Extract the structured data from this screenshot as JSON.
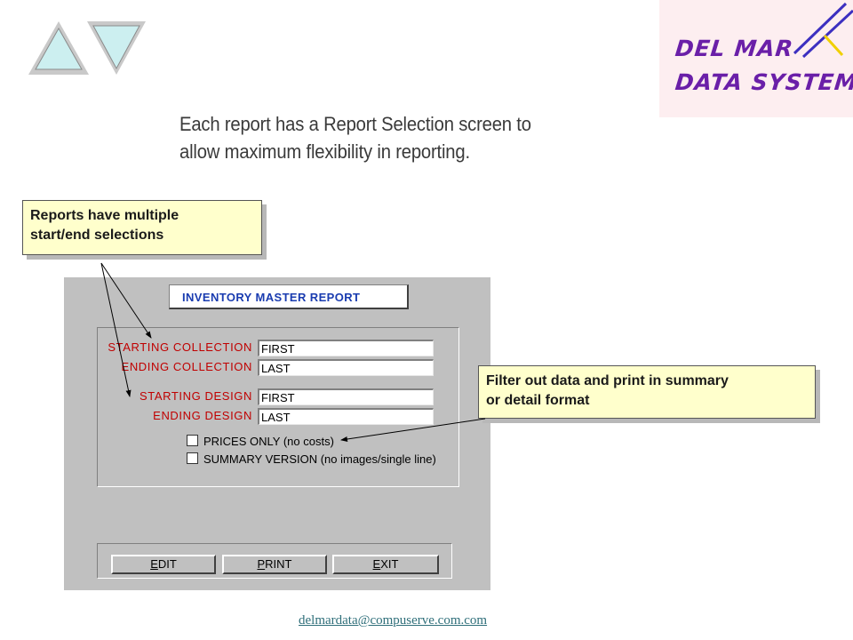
{
  "nav": {
    "prev_icon": "triangle-up-icon",
    "next_icon": "triangle-down-icon",
    "color": "#cceff0"
  },
  "logo": {
    "line1": "DEL MAR",
    "line2": "DATA SYSTEMS",
    "text_color": "#6a1fa8",
    "bg_color": "#fdeef0"
  },
  "intro": {
    "line1": "Each report has a Report Selection screen to",
    "line2": "allow maximum flexibility in reporting."
  },
  "callouts": {
    "selections": {
      "line1": "Reports have multiple",
      "line2": "start/end selections"
    },
    "filter": {
      "line1": "Filter out data and print in summary",
      "line2": "or detail format"
    }
  },
  "form": {
    "title": "INVENTORY MASTER REPORT",
    "fields": [
      {
        "label": "STARTING COLLECTION",
        "value": "FIRST"
      },
      {
        "label": "ENDING COLLECTION",
        "value": "LAST"
      },
      {
        "label": "STARTING DESIGN",
        "value": "FIRST"
      },
      {
        "label": "ENDING DESIGN",
        "value": "LAST"
      }
    ],
    "options": [
      {
        "label": "PRICES ONLY (no costs)",
        "checked": false
      },
      {
        "label": "SUMMARY VERSION (no images/single line)",
        "checked": false
      }
    ],
    "buttons": {
      "edit": "EDIT",
      "print": "PRINT",
      "exit": "EXIT"
    }
  },
  "footer": {
    "email": "delmardata@compuserve.com.com"
  }
}
